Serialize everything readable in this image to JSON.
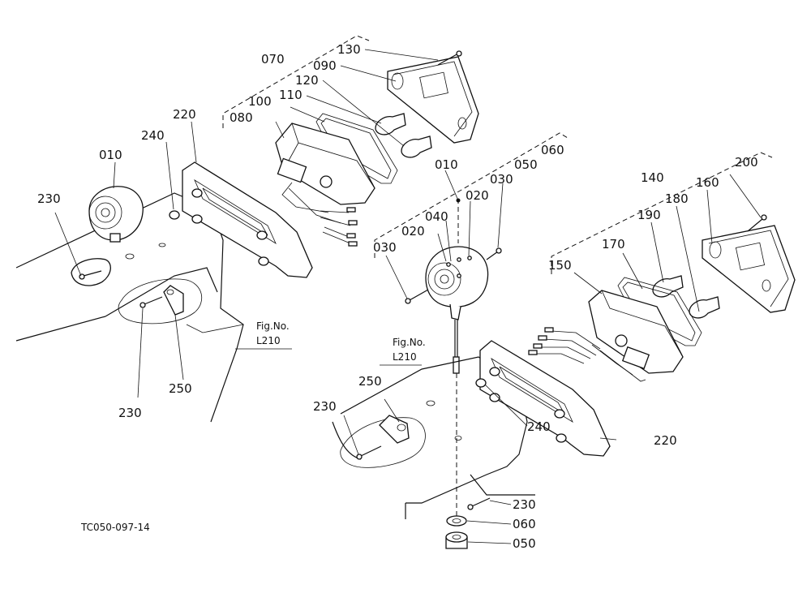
{
  "labels": {
    "p070": "070",
    "p130": "130",
    "p090": "090",
    "p120": "120",
    "p110": "110",
    "p100": "100",
    "p080": "080",
    "p220_left": "220",
    "p240_left": "240",
    "p010_left": "010",
    "p230_left_top": "230",
    "p230_left_bottom": "230",
    "p250_left": "250",
    "p060_top": "060",
    "p050_top": "050",
    "p010_center": "010",
    "p030_right": "030",
    "p020_top": "020",
    "p040": "040",
    "p020_mid": "020",
    "p030_left": "030",
    "p140": "140",
    "p200": "200",
    "p160": "160",
    "p180": "180",
    "p190": "190",
    "p170": "170",
    "p150": "150",
    "p250_right": "250",
    "p230_right": "230",
    "p240_right": "240",
    "p220_right": "220",
    "p230_bottom": "230",
    "p060_bottom": "060",
    "p050_bottom": "050"
  },
  "figrefs": {
    "left_line1": "Fig.No.",
    "left_line2": "L210",
    "center_line1": "Fig.No.",
    "center_line2": "L210"
  },
  "drawing_code": "TC050-097-14"
}
